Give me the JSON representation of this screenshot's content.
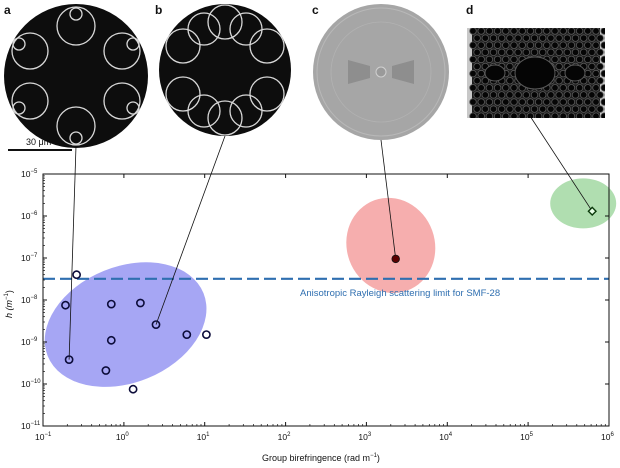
{
  "panels": {
    "a": "a",
    "b": "b",
    "c": "c",
    "d": "d"
  },
  "scale_bar_label": "30 μm",
  "chart_data": {
    "type": "scatter",
    "xscale": "log",
    "yscale": "log",
    "xlim": [
      0.1,
      1000000
    ],
    "ylim": [
      1e-11,
      1e-05
    ],
    "x_ticks": [
      0.1,
      1,
      10,
      100,
      1000,
      10000,
      100000,
      1000000
    ],
    "y_ticks": [
      1e-11,
      1e-10,
      1e-09,
      1e-08,
      1e-07,
      1e-06,
      1e-05
    ],
    "xlabel": "Group birefringence (rad m",
    "xlabel_sup": "−1",
    "xlabel_end": ")",
    "ylabel": "h (m",
    "ylabel_sup": "−1",
    "ylabel_end": ")",
    "reference_line": {
      "label": "Anisotropic Rayleigh scattering limit for SMF-28",
      "y": 3.2e-08,
      "color": "#2f6fb0"
    },
    "groups": [
      {
        "panel": "a/b",
        "color": "#8080f0",
        "marker": "circle",
        "points": [
          {
            "x": 0.19,
            "y": 7.5e-09
          },
          {
            "x": 0.21,
            "y": 3.8e-10
          },
          {
            "x": 0.26,
            "y": 4e-08
          },
          {
            "x": 0.6,
            "y": 2.1e-10
          },
          {
            "x": 0.7,
            "y": 8e-09
          },
          {
            "x": 0.7,
            "y": 1.1e-09
          },
          {
            "x": 1.3,
            "y": 7.5e-11
          },
          {
            "x": 1.6,
            "y": 8.5e-09
          },
          {
            "x": 2.5,
            "y": 2.6e-09
          },
          {
            "x": 6.0,
            "y": 1.5e-09
          },
          {
            "x": 10.5,
            "y": 1.5e-09
          }
        ]
      },
      {
        "panel": "c",
        "color": "#f28b8b",
        "marker": "filled-circle",
        "points": [
          {
            "x": 2300,
            "y": 9.5e-08
          }
        ]
      },
      {
        "panel": "d",
        "color": "#8fd08f",
        "marker": "diamond",
        "points": [
          {
            "x": 620000,
            "y": 1.3e-06
          }
        ]
      }
    ],
    "leader_lines": [
      {
        "from_panel": "a",
        "to_point": {
          "x": 0.21,
          "y": 3.8e-10
        }
      },
      {
        "from_panel": "b",
        "to_point": {
          "x": 2.5,
          "y": 2.6e-09
        }
      },
      {
        "from_panel": "c",
        "to_point": {
          "x": 2300,
          "y": 9.5e-08
        }
      },
      {
        "from_panel": "d",
        "to_point": {
          "x": 620000,
          "y": 1.3e-06
        }
      }
    ]
  }
}
